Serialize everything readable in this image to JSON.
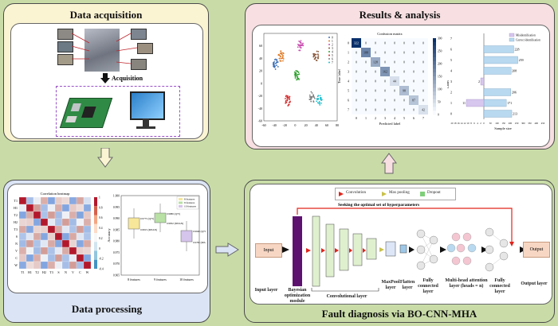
{
  "panels": {
    "acquisition": {
      "title": "Data acquisition",
      "arrow_label": "Acquisition"
    },
    "results": {
      "title": "Results & analysis"
    },
    "processing": {
      "title": "Data processing"
    },
    "fault": {
      "title": "Fault diagnosis via BO-CNN-MHA"
    }
  },
  "colors": {
    "green_bg": "#c9dca8",
    "yellow": "#fbf4d3",
    "pink": "#f7dfe2",
    "blue": "#dbe4f4",
    "purple": "#5e1270",
    "red_line": "#e0241b"
  },
  "legend": {
    "conv": "Convolution",
    "pool": "Max pooling",
    "drop": "Dropout"
  },
  "bo_text": "Seeking the optimal set of hyperparameters",
  "layers": {
    "input": "Input",
    "output": "Output",
    "input_layer": "Input layer",
    "bo_module": "Bayesian optimization module",
    "conv_layer": "Convolutional layer",
    "maxpool": "MaxPool layer",
    "flatten": "Flatten layer",
    "fc1": "Fully connected layer",
    "mha": "Multi-head attention layer (heads = n)",
    "fc2": "Fully connected layer",
    "output_layer": "Output layer"
  },
  "heatmap": {
    "title": "Correlation heatmap",
    "labels": [
      "T1",
      "H1",
      "T2",
      "H2",
      "T3",
      "S",
      "N",
      "V",
      "C",
      "W"
    ],
    "colorbar": [
      "1",
      "0.8",
      "0.6",
      "0.4",
      "0.2",
      "0",
      "-0.2",
      "-0.4"
    ]
  },
  "boxplot": {
    "ylabel": "Accuracy",
    "yticks": [
      "1.000",
      "0.995",
      "0.990",
      "0.985",
      "0.980",
      "0.975",
      "0.970",
      "0.965"
    ],
    "xticks": [
      "8 features",
      "9 features",
      "10 features"
    ],
    "legend": [
      "8 features",
      "9 features",
      "10 features"
    ],
    "annotations": [
      "0.9775 (Q75)",
      "0.9815 (MEAN)",
      "0.9880 (Q75)",
      "0.9832 (MEAN)",
      "0.9940 (Q75)",
      "0.9782 (MEAN)"
    ]
  },
  "chart_data": [
    {
      "type": "scatter",
      "title": "",
      "xlim": [
        -60,
        80
      ],
      "ylim": [
        -60,
        80
      ],
      "xticks": [
        -60,
        -40,
        -20,
        0,
        20,
        40,
        60,
        80
      ],
      "yticks": [
        60,
        40,
        20,
        0,
        -20,
        -40,
        -60
      ],
      "legend": [
        "0",
        "1",
        "2",
        "3",
        "4",
        "5",
        "6",
        "7"
      ],
      "clusters": [
        {
          "x": -38,
          "y": 30,
          "color": "#3b6fb6"
        },
        {
          "x": -27,
          "y": 43,
          "color": "#e07b27"
        },
        {
          "x": 10,
          "y": 60,
          "color": "#c94fb0"
        },
        {
          "x": 40,
          "y": 45,
          "color": "#8c5a3c"
        },
        {
          "x": 3,
          "y": 12,
          "color": "#2ca02c"
        },
        {
          "x": -14,
          "y": -27,
          "color": "#d62728"
        },
        {
          "x": 32,
          "y": -22,
          "color": "#7f7f7f"
        },
        {
          "x": 46,
          "y": -27,
          "color": "#17becf"
        }
      ]
    },
    {
      "type": "heatmap",
      "title": "Confusion matrix",
      "xlabel": "Predicted label",
      "ylabel": "True label",
      "labels": [
        "0",
        "1",
        "2",
        "3",
        "4",
        "5",
        "6",
        "7"
      ],
      "diagonal": [
        322,
        188,
        128,
        162,
        44,
        98,
        87,
        42
      ],
      "colorbar": [
        "300",
        "250",
        "200",
        "150",
        "100",
        "50",
        "0"
      ]
    },
    {
      "type": "bar",
      "title": "",
      "orientation": "horizontal",
      "xlabel": "Sample size",
      "ylabel": "Label",
      "xticks": [
        "20",
        "18",
        "16",
        "14",
        "12",
        "10",
        "8",
        "6",
        "4",
        "2",
        "0",
        "50",
        "100",
        "150",
        "200",
        "250",
        "300",
        "350",
        "400",
        "450"
      ],
      "legend": [
        "Misidentification",
        "Correct identification"
      ],
      "categories": [
        "7",
        "6",
        "5",
        "4",
        "3",
        "2",
        "1",
        "0"
      ],
      "correct": [
        228,
        259,
        208,
        206,
        171,
        213
      ],
      "misidentified": [
        2,
        11
      ]
    }
  ]
}
